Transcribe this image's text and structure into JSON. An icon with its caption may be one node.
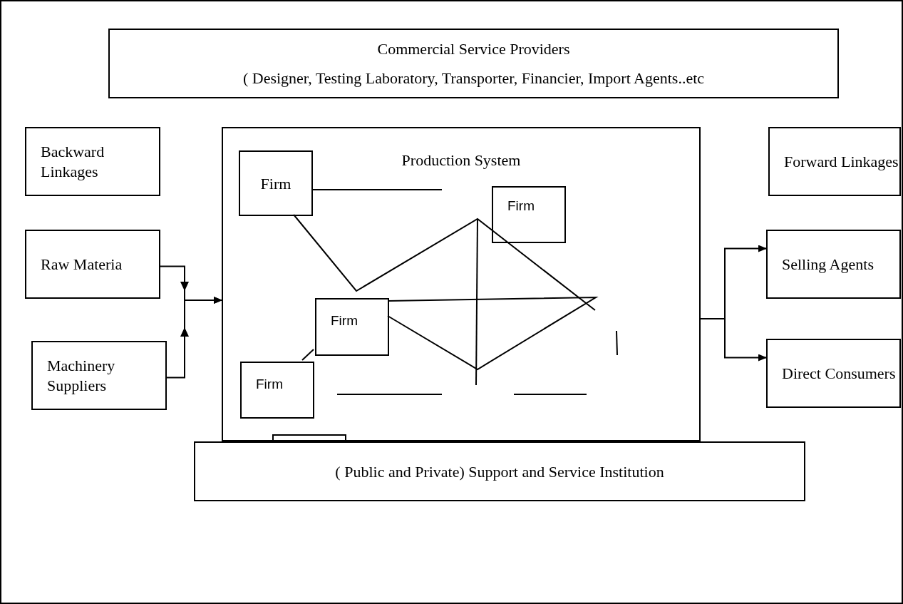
{
  "diagram": {
    "nodes": [
      {
        "text": [
          "Commercial Service Providers",
          "( Designer, Testing Laboratory, Transporter, Financier, Import Agents..etc"
        ]
      },
      {
        "text": [
          "Backward Linkages"
        ]
      },
      {
        "text": [
          "Raw Materia"
        ]
      },
      {
        "text": [
          "Machinery Suppliers"
        ]
      },
      {
        "text": [
          "Production System"
        ]
      },
      {
        "text": [
          "Firm"
        ],
        "in": 4
      },
      {
        "text": [
          "Firm"
        ],
        "in": 4
      },
      {
        "text": [
          "Firm"
        ],
        "in": 4
      },
      {
        "text": [
          "Firm"
        ],
        "in": 4
      },
      {
        "text": [],
        "shape": "box",
        "in": 4
      },
      {
        "text": [
          "Forward Linkages"
        ]
      },
      {
        "text": [
          "Selling Agents"
        ]
      },
      {
        "text": [
          "Direct Consumers"
        ]
      },
      {
        "text": [
          "( Public and Private) Support and Service Institution"
        ]
      }
    ],
    "edges": [
      {
        "from": 2,
        "to": 4,
        "arrow": "to"
      },
      {
        "from": 3,
        "to": 4,
        "arrow": "to"
      },
      {
        "from": 4,
        "to": 11,
        "arrow": "to"
      },
      {
        "from": 4,
        "to": 12,
        "arrow": "to"
      },
      {
        "from": 8,
        "to": 7,
        "arrow": "none"
      },
      {
        "from": 5,
        "to": null,
        "arrow": "none"
      },
      {
        "from": 5,
        "to": null,
        "arrow": "none"
      },
      {
        "from": 7,
        "to": 7,
        "arrow": "none"
      }
    ]
  }
}
